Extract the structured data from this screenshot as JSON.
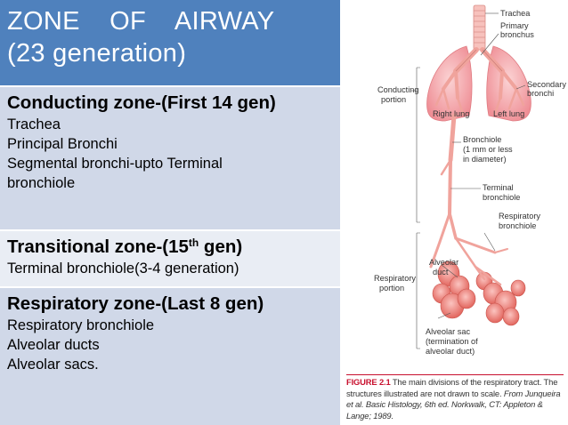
{
  "header": {
    "line1": "ZONE    OF    AIRWAY",
    "line2": "(23 generation)"
  },
  "zones": [
    {
      "title": "Conducting zone-(First 14 gen)",
      "items": [
        "Trachea",
        "Principal Bronchi",
        "Segmental bronchi-upto Terminal",
        "bronchiole"
      ]
    },
    {
      "title_pre": "Transitional zone-(15",
      "title_sup": "th",
      "title_post": " gen)",
      "items": [
        "Terminal bronchiole(3-4 generation)"
      ]
    },
    {
      "title": "Respiratory zone-(Last 8 gen)",
      "items": [
        "Respiratory bronchiole",
        "Alveolar ducts",
        "Alveolar sacs."
      ]
    }
  ],
  "figure": {
    "labels": {
      "trachea": "Trachea",
      "primary_bronchus_1": "Primary",
      "primary_bronchus_2": "bronchus",
      "secondary_bronchi_1": "Secondary",
      "secondary_bronchi_2": "bronchi",
      "conducting_portion_1": "Conducting",
      "conducting_portion_2": "portion",
      "right_lung": "Right lung",
      "left_lung": "Left lung",
      "bronchiole_1": "Bronchiole",
      "bronchiole_2": "(1 mm or less",
      "bronchiole_3": "in diameter)",
      "terminal_bronchiole_1": "Terminal",
      "terminal_bronchiole_2": "bronchiole",
      "respiratory_bronchiole_1": "Respiratory",
      "respiratory_bronchiole_2": "bronchiole",
      "alveolar_duct_1": "Alveolar",
      "alveolar_duct_2": "duct",
      "respiratory_portion_1": "Respiratory",
      "respiratory_portion_2": "portion",
      "alveolar_sac_1": "Alveolar sac",
      "alveolar_sac_2": "(termination of",
      "alveolar_sac_3": "alveolar duct)"
    },
    "caption": {
      "label": "FIGURE 2.1",
      "text1": " The main divisions of the respiratory tract. The structures illustrated are not drawn to scale. ",
      "italic": "From Junqueira et al. Basic Histology, 6th ed. Norkwalk, CT: Appleton & Lange; 1989."
    },
    "colors": {
      "lung": "#f4a3a8",
      "airway": "#f2a6a0",
      "accent": "#c8102e"
    }
  }
}
